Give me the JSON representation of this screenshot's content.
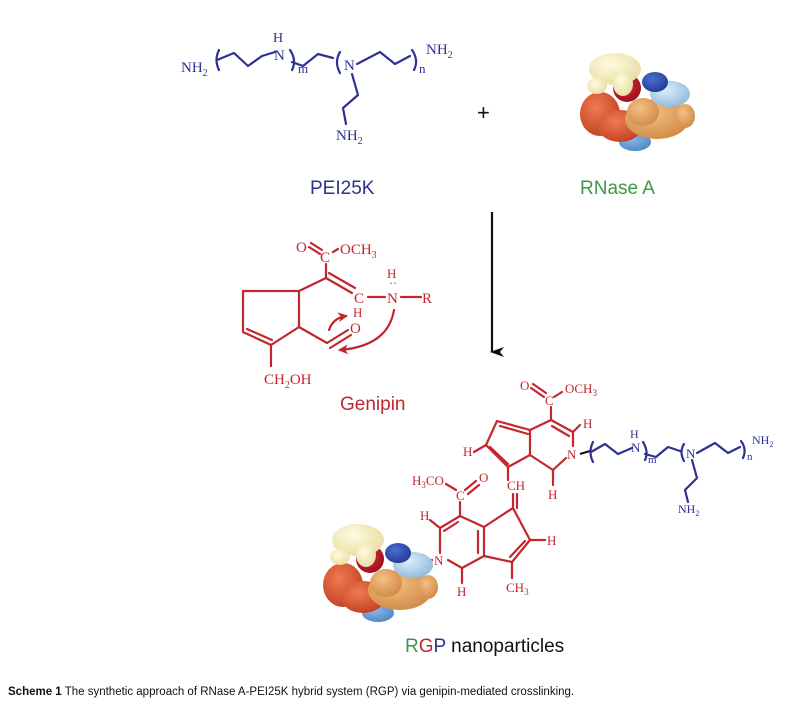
{
  "figure": {
    "reactant_polymer": {
      "name": "PEI25K",
      "color": "#2e3192",
      "formula_labels": {
        "nh2_left": "NH",
        "sub2": "2",
        "nh_h": "H",
        "n_atom": "N",
        "m": "m",
        "n": "n",
        "nh2_right": "NH",
        "nh2_branch": "NH"
      }
    },
    "plus_sign": "+",
    "reactant_protein": {
      "name": "RNase A",
      "color": "#3a9a47"
    },
    "crosslinker": {
      "name": "Genipin",
      "color": "#c1272d",
      "atom_labels": {
        "O": "O",
        "C": "C",
        "OCH3": "OCH",
        "three": "3",
        "H": "H",
        "N": "N",
        "R": "R",
        "CH2OH_a": "CH",
        "CH2OH_b": "OH",
        "two": "2"
      }
    },
    "product": {
      "name_parts": [
        {
          "text": "R",
          "color": "#3a9a47"
        },
        {
          "text": "G",
          "color": "#c1272d"
        },
        {
          "text": "P",
          "color": "#2e3192"
        },
        {
          "text": " nanoparticles",
          "color": "#111111"
        }
      ],
      "atom_labels": {
        "O": "O",
        "OCH3": "OCH",
        "H3CO_a": "H",
        "H3CO_b": "CO",
        "three": "3",
        "C": "C",
        "H": "H",
        "N": "N",
        "CH": "CH",
        "CH3": "CH"
      }
    },
    "caption": {
      "label": "Scheme 1",
      "text": " The synthetic approach of RNase A-PEI25K hybrid system (RGP) via genipin-mediated crosslinking."
    }
  }
}
